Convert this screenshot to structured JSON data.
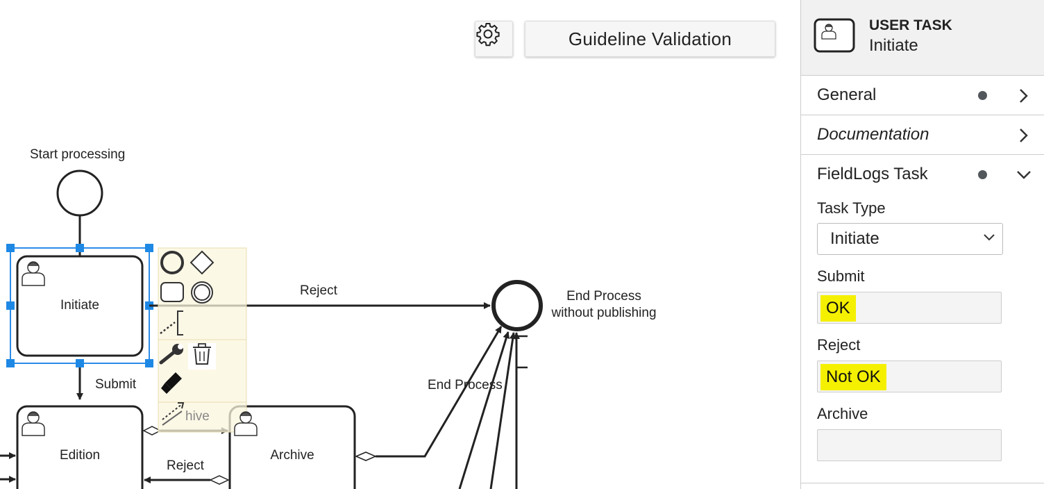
{
  "toolbar": {
    "settings_icon": "gear-icon",
    "guideline_label": "Guideline Validation"
  },
  "diagram": {
    "start_event_label": "Start processing",
    "end_event_label_line1": "End Process",
    "end_event_label_line2": "without publishing",
    "tasks": {
      "initiate": "Initiate",
      "edition": "Edition",
      "archive": "Archive"
    },
    "flows": {
      "reject_top": "Reject",
      "submit": "Submit",
      "end_process": "End Process",
      "reject_bottom": "Reject",
      "archive_partial": "hive"
    },
    "context_pad": [
      "start-event-icon",
      "gateway-icon",
      "task-icon",
      "end-event-icon",
      "annotation-icon",
      "wrench-icon",
      "trash-icon",
      "paintbrush-icon",
      "connect-arrow-icon"
    ]
  },
  "panel": {
    "header": {
      "type": "USER TASK",
      "name": "Initiate",
      "icon": "user-task-icon"
    },
    "groups": {
      "general": "General",
      "documentation": "Documentation",
      "fieldlogs": "FieldLogs Task"
    },
    "fields": {
      "task_type_label": "Task Type",
      "task_type_value": "Initiate",
      "submit_label": "Submit",
      "submit_value": "OK",
      "reject_label": "Reject",
      "reject_value": "Not OK",
      "archive_label": "Archive",
      "archive_value": ""
    },
    "highlight_color": "#f4f000"
  }
}
